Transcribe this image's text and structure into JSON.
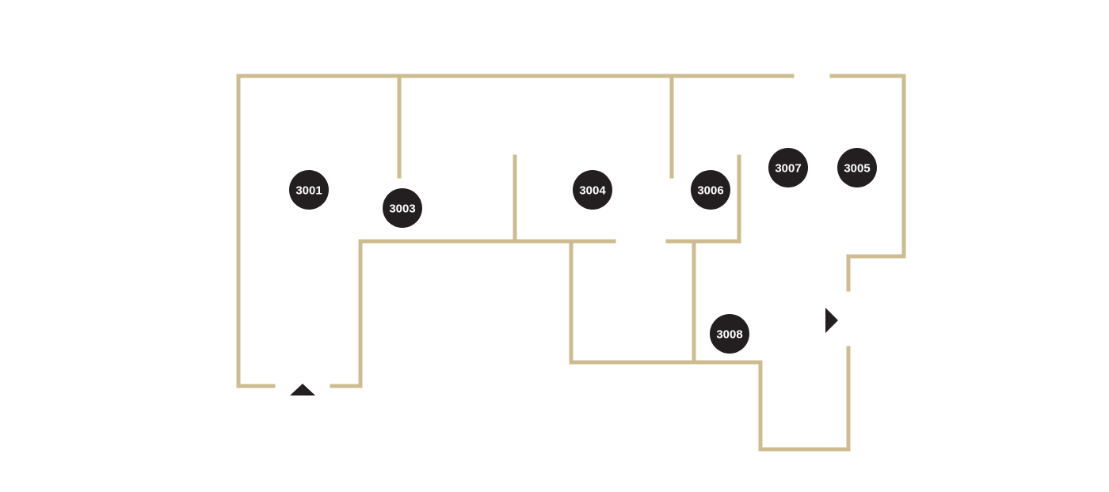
{
  "colors": {
    "wall": "#cdbc8f",
    "marker_fill": "#231f20",
    "marker_text": "#ffffff",
    "background": "#ffffff"
  },
  "rooms": [
    {
      "id": "3001",
      "label": "3001"
    },
    {
      "id": "3003",
      "label": "3003"
    },
    {
      "id": "3004",
      "label": "3004"
    },
    {
      "id": "3006",
      "label": "3006"
    },
    {
      "id": "3007",
      "label": "3007"
    },
    {
      "id": "3005",
      "label": "3005"
    },
    {
      "id": "3008",
      "label": "3008"
    }
  ],
  "entrances": [
    {
      "id": "south-entrance",
      "icon": "entrance-arrow-up-icon"
    },
    {
      "id": "east-entrance",
      "icon": "entrance-arrow-right-icon"
    }
  ]
}
